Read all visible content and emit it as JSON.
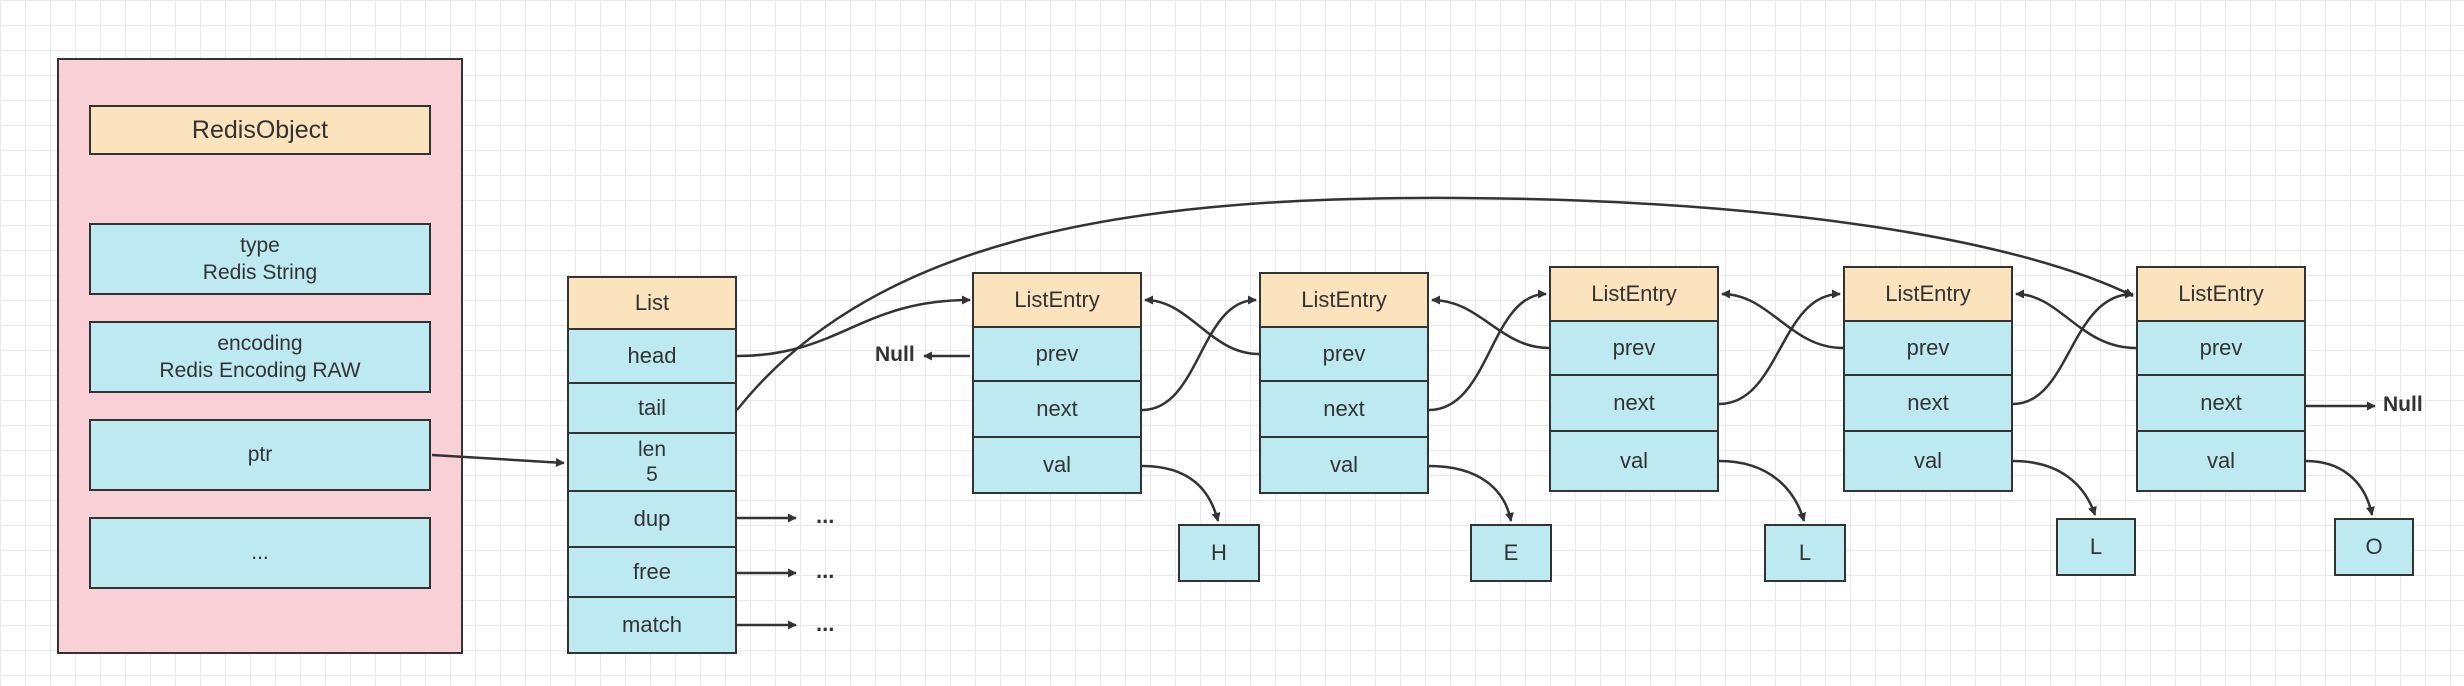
{
  "redis_object": {
    "title": "RedisObject",
    "fields": [
      "type\nRedis String",
      "encoding\nRedis Encoding RAW",
      "ptr",
      "..."
    ]
  },
  "list": {
    "title": "List",
    "fields": [
      "head",
      "tail",
      "len\n5",
      "dup",
      "free",
      "match"
    ]
  },
  "entries": [
    {
      "title": "ListEntry",
      "prev": "prev",
      "next": "next",
      "val": "val",
      "value": "H"
    },
    {
      "title": "ListEntry",
      "prev": "prev",
      "next": "next",
      "val": "val",
      "value": "E"
    },
    {
      "title": "ListEntry",
      "prev": "prev",
      "next": "next",
      "val": "val",
      "value": "L"
    },
    {
      "title": "ListEntry",
      "prev": "prev",
      "next": "next",
      "val": "val",
      "value": "L"
    },
    {
      "title": "ListEntry",
      "prev": "prev",
      "next": "next",
      "val": "val",
      "value": "O"
    }
  ],
  "null_label": "Null",
  "ellipsis": "...",
  "colors": {
    "object_panel": "#f8d0d6",
    "header": "#fbe3bd",
    "field": "#bde9f1",
    "stroke": "#333333"
  }
}
